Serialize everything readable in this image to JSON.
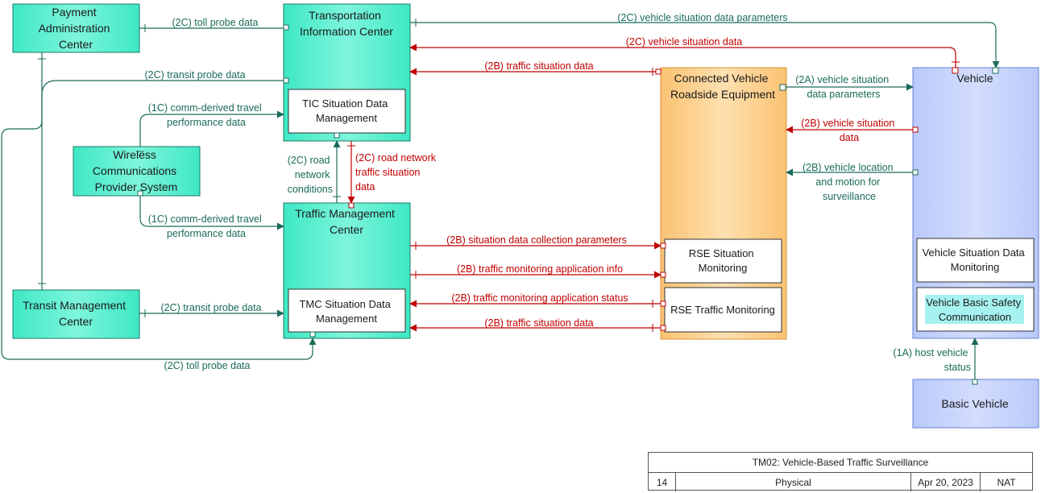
{
  "colors": {
    "green_flow": "#1a6b5a",
    "red_flow": "#c00000",
    "center_fill": "#3ee8c4",
    "vehicle_fill": "#c6d3fb",
    "rse_fill": "#fccf86"
  },
  "nodes": {
    "pac": [
      "Payment",
      "Administration",
      "Center"
    ],
    "tic": [
      "Transportation",
      "Information Center"
    ],
    "tic_sub": [
      "TIC Situation Data",
      "Management"
    ],
    "wcps": [
      "Wireless",
      "Communications",
      "Provider System"
    ],
    "tmc": [
      "Traffic Management",
      "Center"
    ],
    "tmc_sub": [
      "TMC Situation Data",
      "Management"
    ],
    "tranmc": [
      "Transit Management",
      "Center"
    ],
    "cvre": [
      "Connected Vehicle",
      "Roadside Equipment"
    ],
    "rse_sit": [
      "RSE Situation",
      "Monitoring"
    ],
    "rse_tm": [
      "RSE Traffic Monitoring"
    ],
    "vehicle": [
      "Vehicle"
    ],
    "veh_sit": [
      "Vehicle Situation Data",
      "Monitoring"
    ],
    "veh_bsc": [
      "Vehicle Basic Safety",
      "Communication"
    ],
    "basic": [
      "Basic Vehicle"
    ]
  },
  "flows": {
    "toll_probe_top": [
      "(2C) toll probe data"
    ],
    "veh_sit_params_top": [
      "(2C) vehicle situation data parameters"
    ],
    "veh_sit_data_top": [
      "(2C) vehicle situation data"
    ],
    "traffic_sit_tic": [
      "(2B) traffic situation data"
    ],
    "transit_probe_tic": [
      "(2C) transit probe data"
    ],
    "comm_travel_tic": [
      "(1C) comm-derived travel",
      "performance data"
    ],
    "road_net_cond": [
      "(2C) road",
      "network",
      "conditions"
    ],
    "road_net_traffic": [
      "(2C) road network",
      "traffic situation",
      "data"
    ],
    "comm_travel_tmc": [
      "(1C) comm-derived travel",
      "performance data"
    ],
    "veh_sit_params_2a": [
      "(2A) vehicle situation",
      "data parameters"
    ],
    "veh_sit_2b": [
      "(2B) vehicle situation",
      "data"
    ],
    "veh_loc": [
      "(2B) vehicle location",
      "and motion for",
      "surveillance"
    ],
    "sit_collect": [
      "(2B) situation data collection parameters"
    ],
    "app_info": [
      "(2B) traffic monitoring application info"
    ],
    "app_status": [
      "(2B) traffic monitoring application status"
    ],
    "traffic_sit_tmc": [
      "(2B) traffic situation data"
    ],
    "transit_probe_tmc": [
      "(2C) transit probe data"
    ],
    "toll_probe_bottom": [
      "(2C) toll probe data"
    ],
    "host_status": [
      "(1A) host vehicle",
      "status"
    ]
  },
  "title_block": {
    "title": "TM02: Vehicle-Based Traffic Surveillance",
    "page": "14",
    "view": "Physical",
    "date": "Apr 20, 2023",
    "scope": "NAT"
  }
}
